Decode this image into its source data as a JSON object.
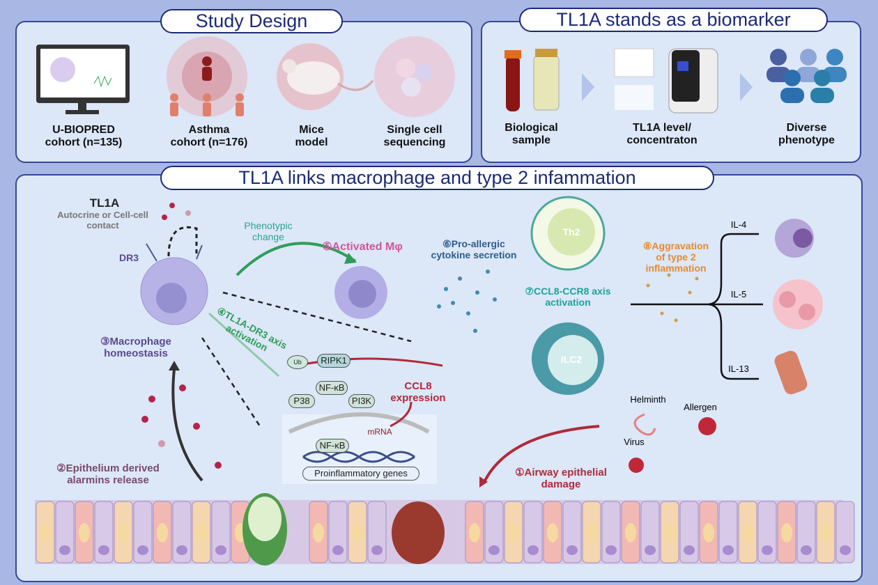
{
  "study_design": {
    "title": "Study Design",
    "items": [
      {
        "icon": "monitor-icon",
        "label_1": "U-BIOPRED",
        "label_2": "cohort (n=135)"
      },
      {
        "icon": "people-icon",
        "label_1": "Asthma",
        "label_2": "cohort (n=176)"
      },
      {
        "icon": "mouse-icon",
        "label_1": "Mice",
        "label_2": "model"
      },
      {
        "icon": "cells-icon",
        "label_1": "Single cell",
        "label_2": "sequencing"
      }
    ]
  },
  "biomarker": {
    "title": "TL1A stands as a biomarker",
    "items": [
      {
        "icon": "sample-tube-icon",
        "label_1": "Biological",
        "label_2": "sample"
      },
      {
        "icon": "assay-machine-icon",
        "label_1": "TL1A level/",
        "label_2": "concentraton"
      },
      {
        "icon": "people-group-icon",
        "label_1": "Diverse",
        "label_2": "phenotype"
      }
    ]
  },
  "mechanism": {
    "title": "TL1A links macrophage and type 2 infammation",
    "tl1a": "TL1A",
    "tl1a_sub": "Autocrine or Cell-cell contact",
    "dr3": "DR3",
    "phenotypic_change": "Phenotypic change",
    "step1": "①Airway epithelial damage",
    "step2": "②Epithelium derived alarmins release",
    "step3": "③Macrophage homeostasis",
    "step4": "④TL1A-DR3 axis activation",
    "step5": "⑤Activated Mφ",
    "step6": "⑥Pro-allergic cytokine secretion",
    "step7": "⑦CCL8-CCR8 axis activation",
    "step8": "⑧Aggravation of type 2 inflammation",
    "th2": "Th2",
    "ilc2": "ILC2",
    "ripk1": "RIPK1",
    "ub": "Ub",
    "nfkb": "NF-κB",
    "p38": "P38",
    "pi3k": "PI3K",
    "mrna": "mRNA",
    "ccl8": "CCL8 expression",
    "genes": "Proinflammatory genes",
    "il4": "IL-4",
    "il5": "IL-5",
    "il13": "IL-13",
    "helminth": "Helminth",
    "allergen": "Allergen",
    "virus": "Virus"
  },
  "colors": {
    "panel": "#dce7f8",
    "border": "#34479a",
    "title": "#1b2a78",
    "green": "#2e9d5a",
    "red": "#b02a37",
    "orange": "#e58a2e",
    "purple": "#5b4a8e"
  }
}
